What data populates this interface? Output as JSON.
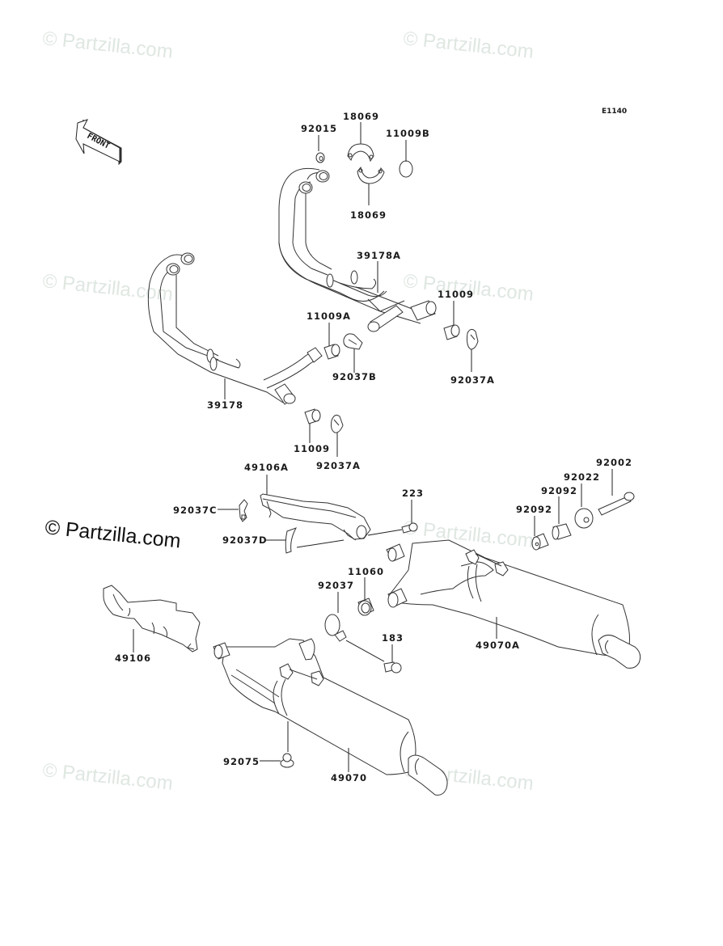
{
  "diagram": {
    "title": "Muffler(s)",
    "diagram_code": "E1140",
    "front_indicator": "FRONT",
    "watermarks": [
      "© Partzilla.com",
      "© Partzilla.com",
      "© Partzilla.com",
      "© Partzilla.com",
      "© Partzilla.com",
      "© Partzilla.com",
      "© Partzilla.com"
    ],
    "callouts": {
      "c92015": "92015",
      "c18069_top": "18069",
      "c11009B": "11009B",
      "c18069_bottom": "18069",
      "c39178A": "39178A",
      "c11009_right": "11009",
      "c11009A": "11009A",
      "c92037B": "92037B",
      "c92037A_right": "92037A",
      "c39178": "39178",
      "c11009_left": "11009",
      "c92037A_left": "92037A",
      "c49106A": "49106A",
      "c92037C": "92037C",
      "c92037D": "92037D",
      "c223": "223",
      "c92002": "92002",
      "c92022": "92022",
      "c92092_upper": "92092",
      "c92092_lower": "92092",
      "c11060": "11060",
      "c92037": "92037",
      "c183": "183",
      "c49106": "49106",
      "c49070A": "49070A",
      "c92075": "92075",
      "c49070": "49070"
    }
  }
}
